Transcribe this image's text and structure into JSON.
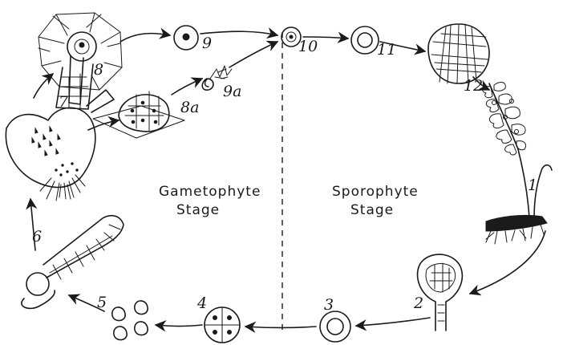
{
  "stages": {
    "left_line1": "Gametophyte",
    "left_line2": "Stage",
    "right_line1": "Sporophyte",
    "right_line2": "Stage"
  },
  "labels": {
    "n1": "1",
    "n2": "2",
    "n3": "3",
    "n4": "4",
    "n5": "5",
    "n6": "6",
    "n7": "7",
    "n8": "8",
    "n8a": "8a",
    "n9": "9",
    "n9a": "9a",
    "n10": "10",
    "n11": "11",
    "n12": "12"
  }
}
